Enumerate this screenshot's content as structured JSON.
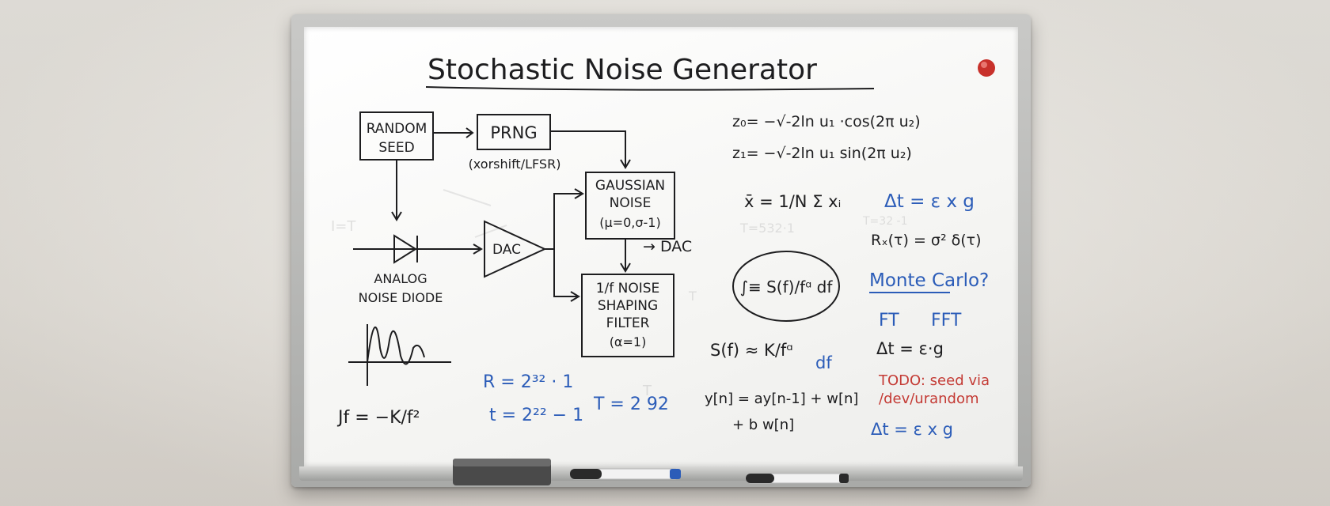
{
  "title": "Stochastic Noise Generator",
  "diagram": {
    "random_seed_line1": "RANDOM",
    "random_seed_line2": "SEED",
    "prng": "PRNG",
    "prng_note": "(xorshift/LFSR)",
    "gaussian_line1": "GAUSSIAN",
    "gaussian_line2": "NOISE",
    "gaussian_line3": "(μ=0,σ-1)",
    "dac_triangle": "DAC",
    "dac_out": "→ DAC",
    "filter_line1": "1/f NOISE",
    "filter_line2": "SHAPING",
    "filter_line3": "FILTER",
    "filter_line4": "(α=1)",
    "analog_line1": "ANALOG",
    "analog_line2": "NOISE DIODE"
  },
  "equations": {
    "z0": "z₀= −√-2ln u₁ ·cos(2π u₂)",
    "z1": "z₁= −√-2ln u₁  sin(2π u₂)",
    "mean": "x̄ = 1/N Σ xᵢ",
    "delta_t_top": "Δt = ε x g",
    "autocorr": "Rₓ(τ) = σ² δ(τ)",
    "integral": "∫≡ S(f)/fᵅ df",
    "monte_carlo": "Monte Carlo?",
    "ft": "FT",
    "fft": "FFT",
    "delta_t_mid": "Δt = ε·g",
    "spectrum": "S(f) ≈ K/fᵅ",
    "spectrum_df": "df",
    "todo_line1": "TODO: seed via",
    "todo_line2": "/dev/urandom",
    "recurrence_line1": "y[n] = ay[n-1] + w[n]",
    "recurrence_line2": "+ b w[n]",
    "delta_t_bottom": "Δt = ε x g",
    "r_eq": "R = 2³² · 1",
    "t_eq": "t = 2²² − 1",
    "t_big": "T = 2 92",
    "jf_eq": "Jf = −K/f²"
  },
  "colors": {
    "black_ink": "#1d1d1f",
    "blue_ink": "#2b5cb8",
    "red_ink": "#c43b35",
    "magnet": "#c8312b"
  }
}
